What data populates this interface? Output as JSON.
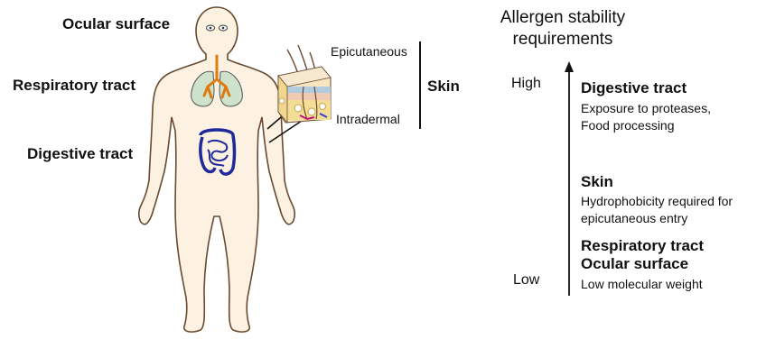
{
  "left": {
    "labels": {
      "ocular": "Ocular surface",
      "respiratory": "Respiratory tract",
      "digestive": "Digestive tract",
      "epicutaneous": "Epicutaneous",
      "intradermal": "Intradermal",
      "skin": "Skin"
    }
  },
  "right": {
    "title_line1": "Allergen stability",
    "title_line2": "requirements",
    "high": "High",
    "low": "Low",
    "items": [
      {
        "title": "Digestive tract",
        "desc_line1": "Exposure to proteases,",
        "desc_line2": "Food processing"
      },
      {
        "title": "Skin",
        "desc_line1": "Hydrophobicity required for",
        "desc_line2": "epicutaneous entry"
      },
      {
        "title_line1": "Respiratory tract",
        "title_line2": "Ocular surface",
        "desc_line1": "Low molecular weight"
      }
    ]
  },
  "colors": {
    "skin_fill": "#fdf1e1",
    "lung_fill": "#cfe3cc",
    "airway": "#e07a10",
    "intestine": "#1f2a9a",
    "outline": "#6a4a30"
  }
}
